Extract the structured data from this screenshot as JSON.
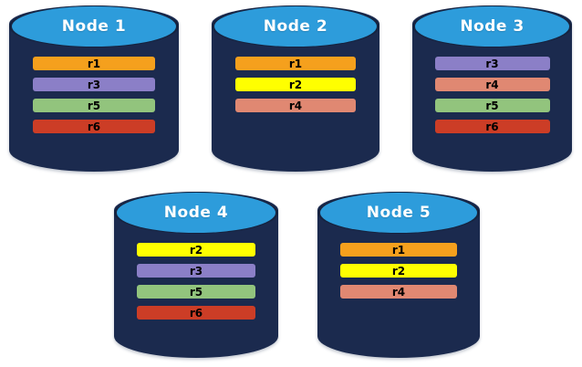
{
  "diagram": {
    "background_color": "#FFFFFF",
    "node_body_color": "#1B2A4E",
    "node_top_color": "#2D9CDB",
    "node_title_color": "#FFFFFF",
    "record_label_color": "#000000"
  },
  "record_colors": {
    "r1": "#F5A01D",
    "r2": "#FFFF00",
    "r3": "#8B7FC7",
    "r4": "#E08872",
    "r5": "#92C47D",
    "r6": "#CC3D26"
  },
  "nodes": [
    {
      "id": "node-1",
      "title": "Node  1",
      "records": [
        {
          "label": "r1",
          "color": "#F5A01D"
        },
        {
          "label": "r3",
          "color": "#8B7FC7"
        },
        {
          "label": "r5",
          "color": "#92C47D"
        },
        {
          "label": "r6",
          "color": "#CC3D26"
        }
      ]
    },
    {
      "id": "node-2",
      "title": "Node  2",
      "records": [
        {
          "label": "r1",
          "color": "#F5A01D"
        },
        {
          "label": "r2",
          "color": "#FFFF00"
        },
        {
          "label": "r4",
          "color": "#E08872"
        }
      ]
    },
    {
      "id": "node-3",
      "title": "Node  3",
      "records": [
        {
          "label": "r3",
          "color": "#8B7FC7"
        },
        {
          "label": "r4",
          "color": "#E08872"
        },
        {
          "label": "r5",
          "color": "#92C47D"
        },
        {
          "label": "r6",
          "color": "#CC3D26"
        }
      ]
    },
    {
      "id": "node-4",
      "title": "Node  4",
      "records": [
        {
          "label": "r2",
          "color": "#FFFF00"
        },
        {
          "label": "r3",
          "color": "#8B7FC7"
        },
        {
          "label": "r5",
          "color": "#92C47D"
        },
        {
          "label": "r6",
          "color": "#CC3D26"
        }
      ]
    },
    {
      "id": "node-5",
      "title": "Node  5",
      "records": [
        {
          "label": "r1",
          "color": "#F5A01D"
        },
        {
          "label": "r2",
          "color": "#FFFF00"
        },
        {
          "label": "r4",
          "color": "#E08872"
        }
      ]
    }
  ]
}
